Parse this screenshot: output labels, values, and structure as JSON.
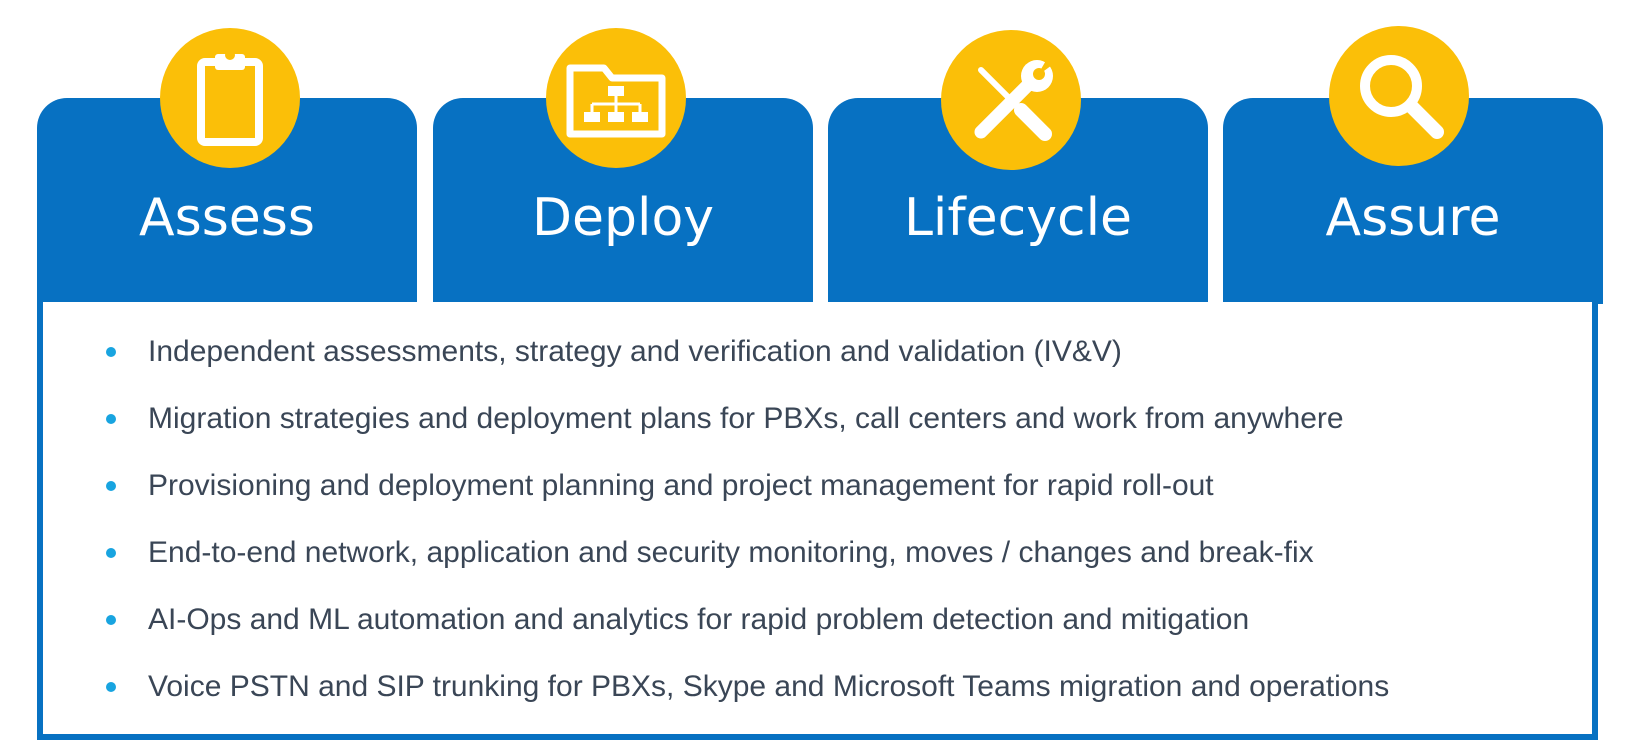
{
  "colors": {
    "tab_blue": "#0771c2",
    "icon_yellow": "#fbbf08",
    "bullet_cyan": "#18a4e0",
    "body_text": "#3a4656"
  },
  "tabs": [
    {
      "title": "Assess",
      "icon": "clipboard-icon"
    },
    {
      "title": "Deploy",
      "icon": "folder-org-chart-icon"
    },
    {
      "title": "Lifecycle",
      "icon": "screwdriver-wrench-icon"
    },
    {
      "title": "Assure",
      "icon": "magnifying-glass-icon"
    }
  ],
  "bullets": [
    "Independent assessments, strategy and verification and validation (IV&V)",
    "Migration strategies and deployment plans for PBXs, call centers and work from anywhere",
    "Provisioning and deployment planning and project management for rapid roll-out",
    "End-to-end network, application and security monitoring, moves / changes and break-fix",
    "AI-Ops and ML automation and analytics for rapid problem detection and mitigation",
    "Voice PSTN and SIP trunking for PBXs, Skype and Microsoft Teams migration and operations"
  ]
}
